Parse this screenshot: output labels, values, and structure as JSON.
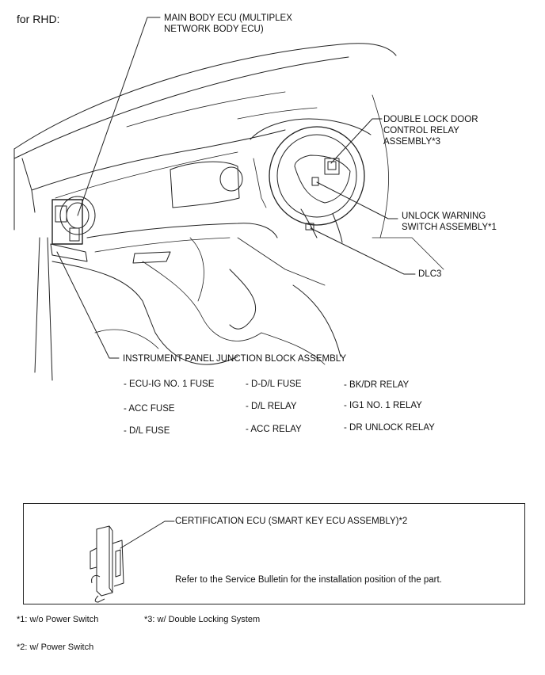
{
  "header": {
    "title": "for RHD:"
  },
  "labels": {
    "main_body_ecu": "MAIN BODY ECU (MULTIPLEX\nNETWORK BODY ECU)",
    "double_lock_relay": "DOUBLE LOCK DOOR\nCONTROL RELAY\nASSEMBLY*3",
    "unlock_warning": "UNLOCK WARNING\nSWITCH ASSEMBLY*1",
    "dlc3": "DLC3",
    "junction_block": "INSTRUMENT PANEL JUNCTION BLOCK ASSEMBLY"
  },
  "junction_items": {
    "col1": [
      "- ECU-IG NO. 1 FUSE",
      "- ACC FUSE",
      "- D/L FUSE"
    ],
    "col2": [
      "- D-D/L FUSE",
      "- D/L RELAY",
      "- ACC RELAY"
    ],
    "col3": [
      "- BK/DR RELAY",
      "- IG1 NO. 1 RELAY",
      "- DR UNLOCK RELAY"
    ]
  },
  "certification_box": {
    "label": "CERTIFICATION ECU (SMART KEY ECU ASSEMBLY)*2",
    "note": "Refer to the Service Bulletin for the installation position of the part."
  },
  "footnotes": {
    "n1": "*1: w/o Power Switch",
    "n3": "*3: w/ Double Locking System",
    "n2": "*2: w/ Power Switch"
  },
  "colors": {
    "line": "#222222",
    "background": "#ffffff"
  }
}
